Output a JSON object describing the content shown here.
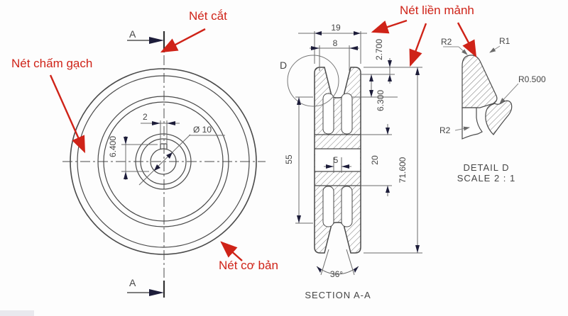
{
  "annotations": {
    "cut_line": "Nét cắt",
    "dash_dot_line": "Nét chấm gạch",
    "thin_line": "Nét liền mảnh",
    "basic_line": "Nét cơ bản"
  },
  "views": {
    "section_label": "SECTION A-A",
    "detail_label": "DETAIL D",
    "detail_scale": "SCALE 2 : 1",
    "section_marker_top": "A",
    "section_marker_bottom": "A",
    "detail_marker": "D"
  },
  "front_view_dims": {
    "keyway_width": "2",
    "keyway_depth": "6.400",
    "bore_diameter": "Ø 10"
  },
  "section_dims": {
    "overall_width": "19",
    "hub_width": "8",
    "rim_land": "2.700",
    "groove_depth": "6.300",
    "groove_bottom_diameter": "55",
    "web_thickness": "5",
    "hub_diameter": "20",
    "outer_diameter": "71.600",
    "groove_angle": "36°"
  },
  "detail_dims": {
    "radius_top_left": "R2",
    "radius_top_right": "R1",
    "radius_fillet": "R0.500",
    "radius_bottom_left": "R2"
  },
  "colors": {
    "annotation_red": "#cf2318",
    "drawing_line": "#4a4a4a",
    "dimension_line": "#6a6a6a"
  }
}
